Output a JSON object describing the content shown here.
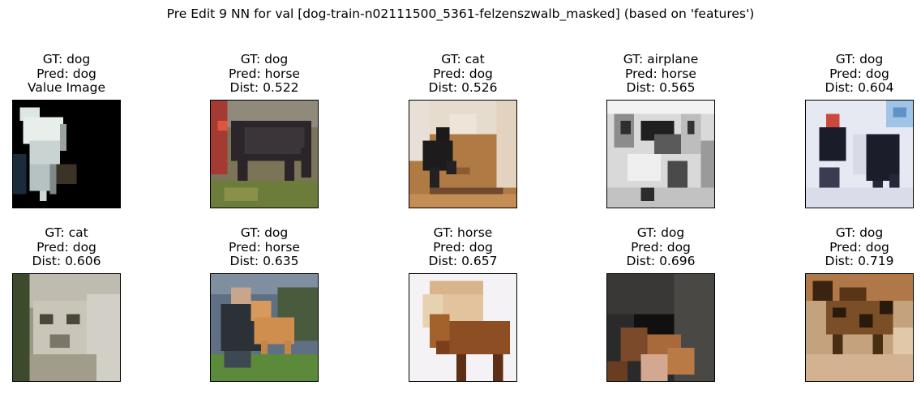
{
  "figure": {
    "title": "Pre Edit 9 NN for val [dog-train-n02111500_5361-felzenszwalb_masked] (based on 'features')"
  },
  "panels": [
    {
      "lines": [
        "GT: dog",
        "Pred: dog",
        "Value Image"
      ],
      "scene": "masked-dog"
    },
    {
      "lines": [
        "GT: dog",
        "Pred: horse",
        "Dist: 0.522"
      ],
      "scene": "dark-dog-grass"
    },
    {
      "lines": [
        "GT: cat",
        "Pred: dog",
        "Dist: 0.526"
      ],
      "scene": "cat-floor"
    },
    {
      "lines": [
        "GT: airplane",
        "Pred: horse",
        "Dist: 0.565"
      ],
      "scene": "grey-sketch"
    },
    {
      "lines": [
        "GT: dog",
        "Pred: dog",
        "Dist: 0.604"
      ],
      "scene": "snow-dogs"
    },
    {
      "lines": [
        "GT: cat",
        "Pred: dog",
        "Dist: 0.606"
      ],
      "scene": "white-cat"
    },
    {
      "lines": [
        "GT: dog",
        "Pred: horse",
        "Dist: 0.635"
      ],
      "scene": "man-dog"
    },
    {
      "lines": [
        "GT: horse",
        "Pred: dog",
        "Dist: 0.657"
      ],
      "scene": "pony"
    },
    {
      "lines": [
        "GT: dog",
        "Pred: dog",
        "Dist: 0.696"
      ],
      "scene": "dark-dog-face"
    },
    {
      "lines": [
        "GT: dog",
        "Pred: dog",
        "Dist: 0.719"
      ],
      "scene": "spotted-dog"
    }
  ]
}
